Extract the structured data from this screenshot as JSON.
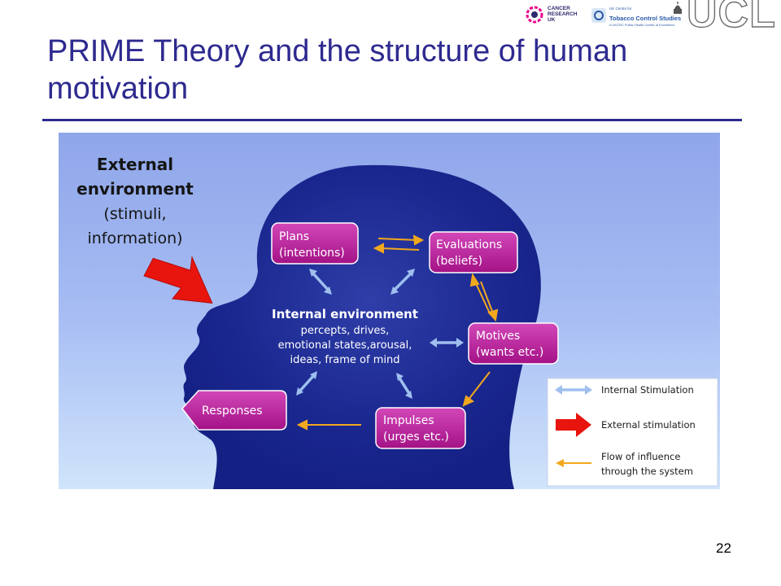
{
  "logos": {
    "cancer_research": [
      "CANCER",
      "RESEARCH",
      "UK"
    ],
    "tobacco": {
      "small": [
        "UK Centre for"
      ],
      "main": "Tobacco Control Studies",
      "sub": "A UKCRC Public Health Centre of Excellence"
    },
    "ucl": "UCL"
  },
  "title": "PRIME Theory and the structure of human motivation",
  "page_number": "22",
  "diagram": {
    "external": [
      "External",
      "environment",
      "(stimuli,",
      "information)"
    ],
    "internal_title": "Internal environment",
    "internal_lines": [
      "percepts, drives,",
      "emotional states,arousal,",
      "ideas, frame of mind"
    ],
    "boxes": {
      "plans": [
        "Plans",
        "(intentions)"
      ],
      "evaluations": [
        "Evaluations",
        "(beliefs)"
      ],
      "motives": [
        "Motives",
        "(wants etc.)"
      ],
      "impulses": [
        "Impulses",
        "(urges etc.)"
      ],
      "responses": "Responses"
    },
    "legend": {
      "internal": "Internal Stimulation",
      "external": "External stimulation",
      "flow": [
        "Flow of influence",
        "through the system"
      ]
    }
  },
  "colors": {
    "title": "#2e2a8f",
    "box": "#b8199a",
    "arrow_flow": "#f2a81d",
    "arrow_internal": "#5b8fd6",
    "arrow_external": "#e8140e"
  }
}
